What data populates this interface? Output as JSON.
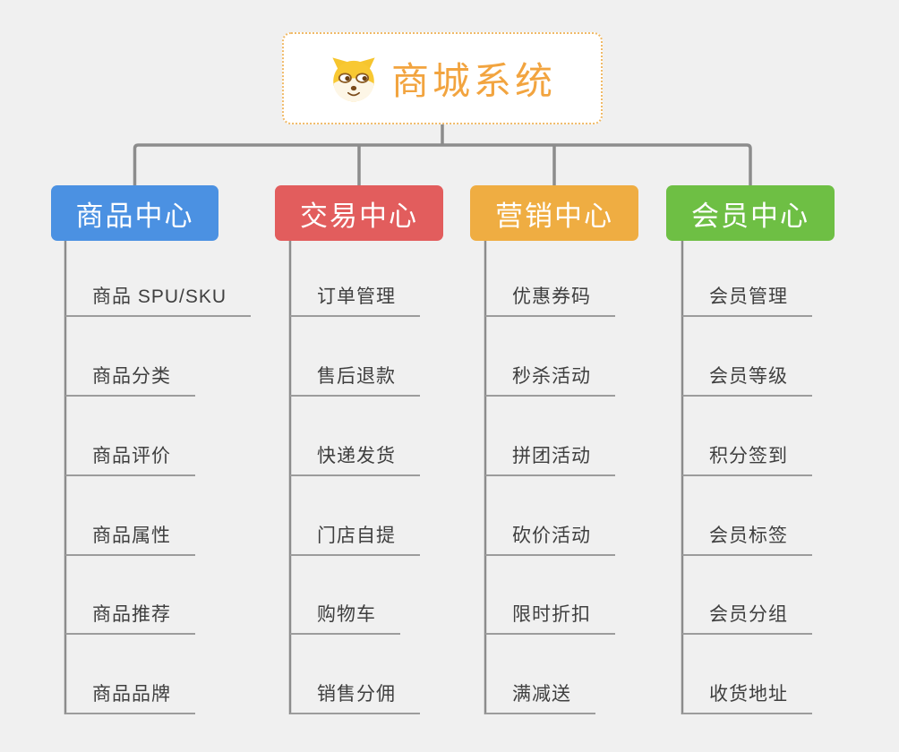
{
  "canvas": {
    "background": "#F0F0F0"
  },
  "root": {
    "title": "商城系统",
    "title_color": "#F2A43F",
    "border_color": "#F0BA68",
    "icon": "shiba-dog-face-icon"
  },
  "connectors": {
    "tree_line_color": "#8C8C8C",
    "underline_color": "#9C9C9C"
  },
  "branches": [
    {
      "label": "商品中心",
      "color": "#4B91E2",
      "children": [
        "商品 SPU/SKU",
        "商品分类",
        "商品评价",
        "商品属性",
        "商品推荐",
        "商品品牌"
      ]
    },
    {
      "label": "交易中心",
      "color": "#E25D5D",
      "children": [
        "订单管理",
        "售后退款",
        "快递发货",
        "门店自提",
        "购物车",
        "销售分佣"
      ]
    },
    {
      "label": "营销中心",
      "color": "#EFAD42",
      "children": [
        "优惠券码",
        "秒杀活动",
        "拼团活动",
        "砍价活动",
        "限时折扣",
        "满减送"
      ]
    },
    {
      "label": "会员中心",
      "color": "#6EBF44",
      "children": [
        "会员管理",
        "会员等级",
        "积分签到",
        "会员标签",
        "会员分组",
        "收货地址"
      ]
    }
  ]
}
